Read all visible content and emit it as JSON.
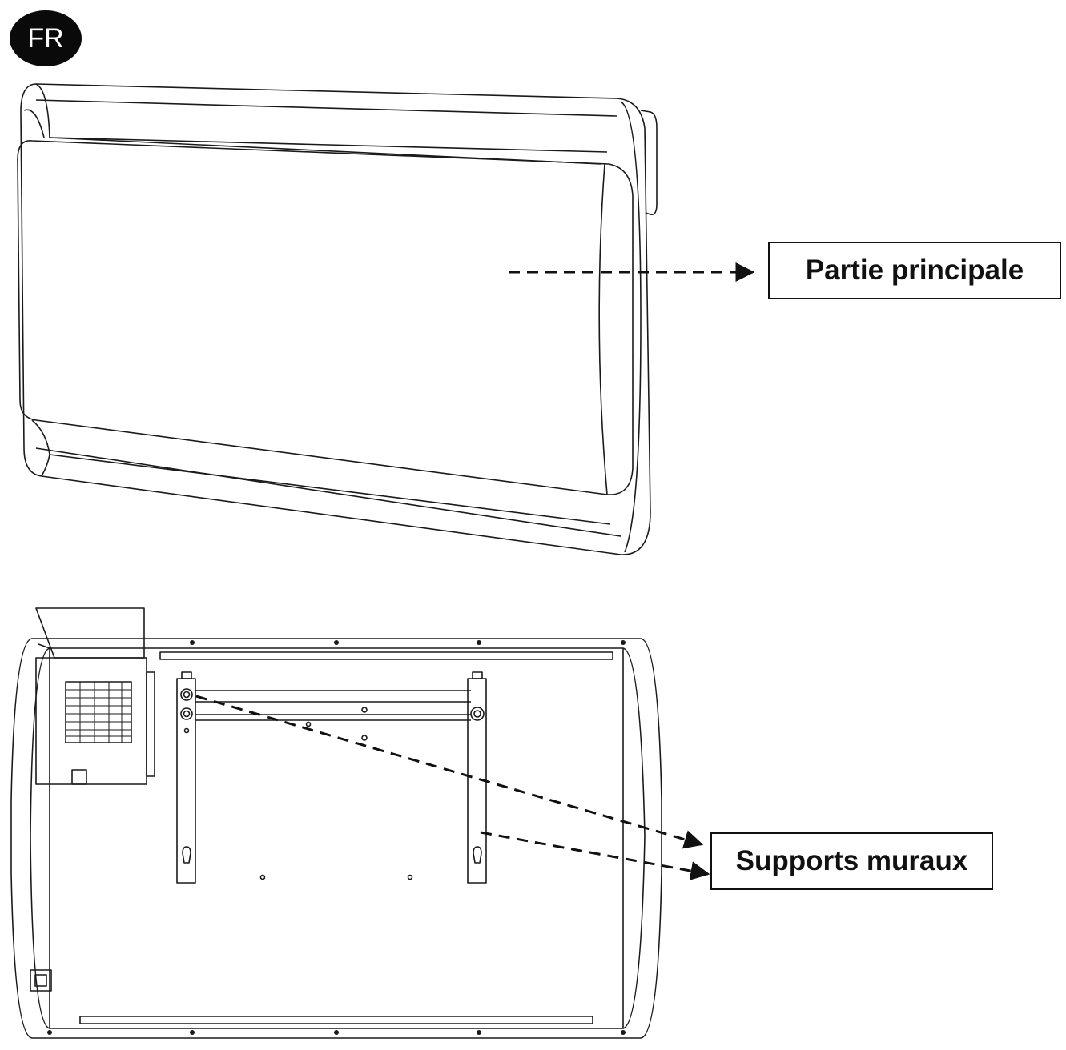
{
  "language_badge": "FR",
  "labels": {
    "main_part": "Partie principale",
    "wall_supports": "Supports muraux"
  },
  "colors": {
    "line": "#1a1a1a",
    "badge_bg": "#0a0a0a",
    "badge_text": "#ffffff"
  }
}
